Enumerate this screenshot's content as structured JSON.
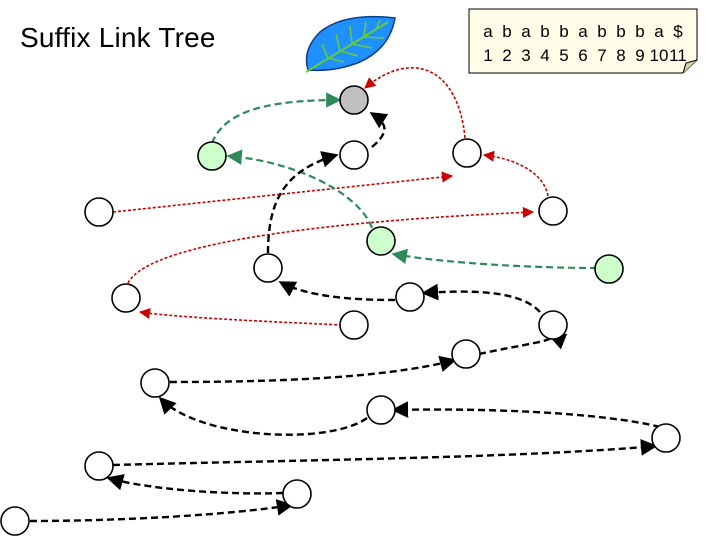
{
  "title": "Suffix Link Tree",
  "string_card": {
    "letters": [
      "a",
      "b",
      "a",
      "b",
      "b",
      "a",
      "b",
      "b",
      "b",
      "a",
      "$"
    ],
    "numbers": [
      "1",
      "2",
      "3",
      "4",
      "5",
      "6",
      "7",
      "8",
      "9",
      "10",
      "11"
    ]
  },
  "colors": {
    "root_fill": "#c0c0c0",
    "green_node_fill": "#ccffcc",
    "node_fill": "#ffffff",
    "black_link": "#000000",
    "green_link": "#2e8b57",
    "red_link": "#cc0000",
    "leaf_fill": "#1e90ff",
    "leaf_vein": "#66cc33"
  },
  "icons": [
    "leaf-icon"
  ]
}
